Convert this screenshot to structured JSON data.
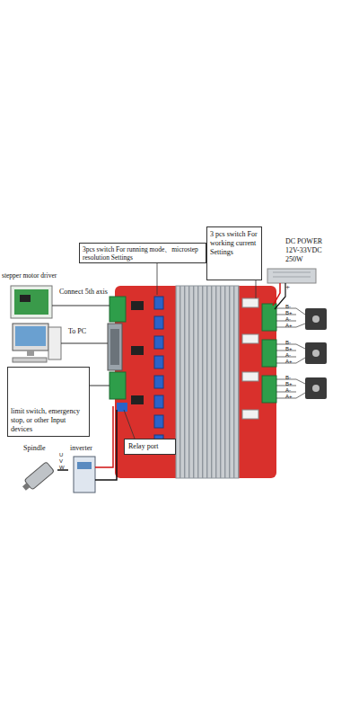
{
  "diagram": {
    "nodes": [
      {
        "text": [
          "3 pcs switch For working current Settings"
        ]
      },
      {
        "text": [
          "DC POWER 12V-33VDC 250W"
        ]
      },
      {
        "text": [
          "3pcs switch For running mode、microstep resolution Settings"
        ]
      },
      {
        "text": [
          "stepper motor driver"
        ]
      },
      {
        "text": [
          "limit switch, emergency stop, or other Input devices"
        ]
      },
      {
        "text": [
          "Spindle"
        ]
      },
      {
        "text": [
          "inverter"
        ]
      },
      {
        "text": [
          "Relay port"
        ]
      }
    ],
    "edges": [
      {
        "from": 5,
        "to": 6,
        "arrow": "none"
      }
    ],
    "labels": [
      "+",
      "Connect 5th axis",
      "B-",
      "B+",
      "A-",
      "A+",
      "To PC",
      "B-",
      "B+",
      "A-",
      "A+",
      "B-",
      "B+",
      "A-",
      "A+",
      "U",
      "V",
      "W"
    ]
  }
}
